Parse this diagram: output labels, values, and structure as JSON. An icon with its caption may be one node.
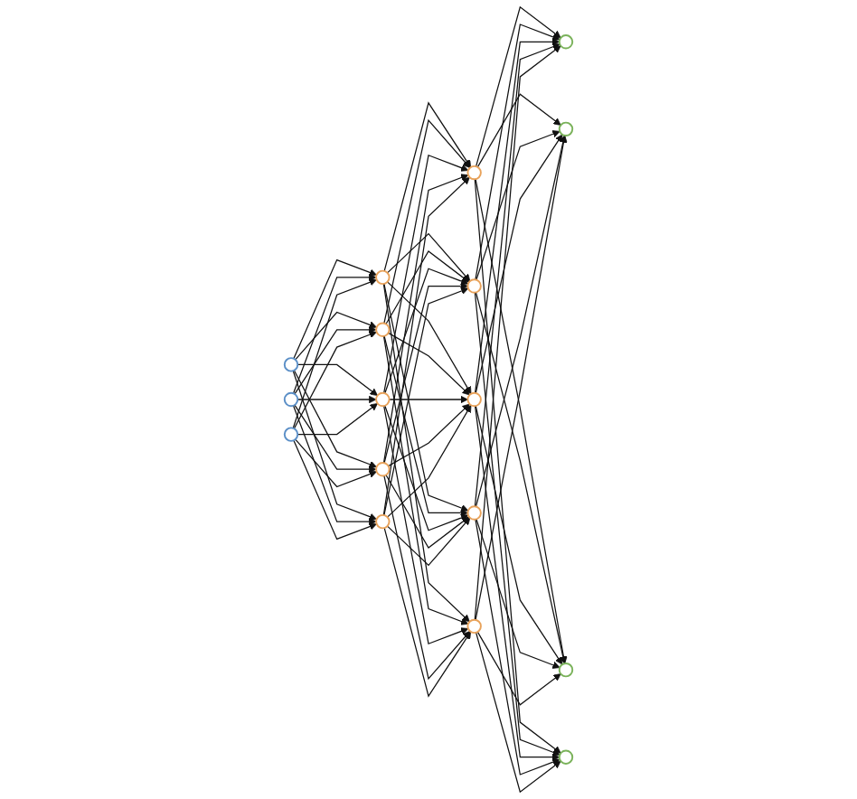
{
  "diagram": {
    "nodes": [
      {
        "text": [],
        "shape": "circle"
      },
      {
        "text": [],
        "shape": "circle"
      },
      {
        "text": [],
        "shape": "circle"
      },
      {
        "text": [],
        "shape": "circle"
      },
      {
        "text": [],
        "shape": "circle"
      },
      {
        "text": [],
        "shape": "circle"
      },
      {
        "text": [],
        "shape": "circle"
      },
      {
        "text": [],
        "shape": "circle"
      },
      {
        "text": [],
        "shape": "circle"
      },
      {
        "text": [],
        "shape": "circle"
      },
      {
        "text": [],
        "shape": "circle"
      },
      {
        "text": [],
        "shape": "circle"
      },
      {
        "text": [],
        "shape": "circle"
      },
      {
        "text": [],
        "shape": "circle"
      },
      {
        "text": [],
        "shape": "circle"
      },
      {
        "text": [],
        "shape": "circle"
      },
      {
        "text": [],
        "shape": "circle"
      }
    ],
    "edges": [
      {
        "from": 0,
        "to": 3,
        "arrow": "to"
      },
      {
        "from": 0,
        "to": 4,
        "arrow": "to"
      },
      {
        "from": 0,
        "to": 5,
        "arrow": "to"
      },
      {
        "from": 0,
        "to": 6,
        "arrow": "to"
      },
      {
        "from": 0,
        "to": 7,
        "arrow": "to"
      },
      {
        "from": 1,
        "to": 3,
        "arrow": "to"
      },
      {
        "from": 1,
        "to": 4,
        "arrow": "to"
      },
      {
        "from": 1,
        "to": 5,
        "arrow": "to"
      },
      {
        "from": 1,
        "to": 6,
        "arrow": "to"
      },
      {
        "from": 1,
        "to": 7,
        "arrow": "to"
      },
      {
        "from": 2,
        "to": 3,
        "arrow": "to"
      },
      {
        "from": 2,
        "to": 4,
        "arrow": "to"
      },
      {
        "from": 2,
        "to": 5,
        "arrow": "to"
      },
      {
        "from": 2,
        "to": 6,
        "arrow": "to"
      },
      {
        "from": 2,
        "to": 7,
        "arrow": "to"
      },
      {
        "from": 3,
        "to": 8,
        "arrow": "to"
      },
      {
        "from": 3,
        "to": 9,
        "arrow": "to"
      },
      {
        "from": 3,
        "to": 10,
        "arrow": "to"
      },
      {
        "from": 3,
        "to": 11,
        "arrow": "to"
      },
      {
        "from": 3,
        "to": 12,
        "arrow": "to"
      },
      {
        "from": 4,
        "to": 8,
        "arrow": "to"
      },
      {
        "from": 4,
        "to": 9,
        "arrow": "to"
      },
      {
        "from": 4,
        "to": 10,
        "arrow": "to"
      },
      {
        "from": 4,
        "to": 11,
        "arrow": "to"
      },
      {
        "from": 4,
        "to": 12,
        "arrow": "to"
      },
      {
        "from": 5,
        "to": 8,
        "arrow": "to"
      },
      {
        "from": 5,
        "to": 9,
        "arrow": "to"
      },
      {
        "from": 5,
        "to": 10,
        "arrow": "to"
      },
      {
        "from": 5,
        "to": 11,
        "arrow": "to"
      },
      {
        "from": 5,
        "to": 12,
        "arrow": "to"
      },
      {
        "from": 6,
        "to": 8,
        "arrow": "to"
      },
      {
        "from": 6,
        "to": 9,
        "arrow": "to"
      },
      {
        "from": 6,
        "to": 10,
        "arrow": "to"
      },
      {
        "from": 6,
        "to": 11,
        "arrow": "to"
      },
      {
        "from": 6,
        "to": 12,
        "arrow": "to"
      },
      {
        "from": 7,
        "to": 8,
        "arrow": "to"
      },
      {
        "from": 7,
        "to": 9,
        "arrow": "to"
      },
      {
        "from": 7,
        "to": 10,
        "arrow": "to"
      },
      {
        "from": 7,
        "to": 11,
        "arrow": "to"
      },
      {
        "from": 7,
        "to": 12,
        "arrow": "to"
      },
      {
        "from": 8,
        "to": 13,
        "arrow": "to"
      },
      {
        "from": 8,
        "to": 14,
        "arrow": "to"
      },
      {
        "from": 8,
        "to": 15,
        "arrow": "to"
      },
      {
        "from": 8,
        "to": 16,
        "arrow": "to"
      },
      {
        "from": 9,
        "to": 13,
        "arrow": "to"
      },
      {
        "from": 9,
        "to": 14,
        "arrow": "to"
      },
      {
        "from": 9,
        "to": 15,
        "arrow": "to"
      },
      {
        "from": 9,
        "to": 16,
        "arrow": "to"
      },
      {
        "from": 10,
        "to": 13,
        "arrow": "to"
      },
      {
        "from": 10,
        "to": 14,
        "arrow": "to"
      },
      {
        "from": 10,
        "to": 15,
        "arrow": "to"
      },
      {
        "from": 10,
        "to": 16,
        "arrow": "to"
      },
      {
        "from": 11,
        "to": 13,
        "arrow": "to"
      },
      {
        "from": 11,
        "to": 14,
        "arrow": "to"
      },
      {
        "from": 11,
        "to": 15,
        "arrow": "to"
      },
      {
        "from": 11,
        "to": 16,
        "arrow": "to"
      },
      {
        "from": 12,
        "to": 13,
        "arrow": "to"
      },
      {
        "from": 12,
        "to": 14,
        "arrow": "to"
      },
      {
        "from": 12,
        "to": 15,
        "arrow": "to"
      },
      {
        "from": 12,
        "to": 16,
        "arrow": "to"
      }
    ]
  }
}
